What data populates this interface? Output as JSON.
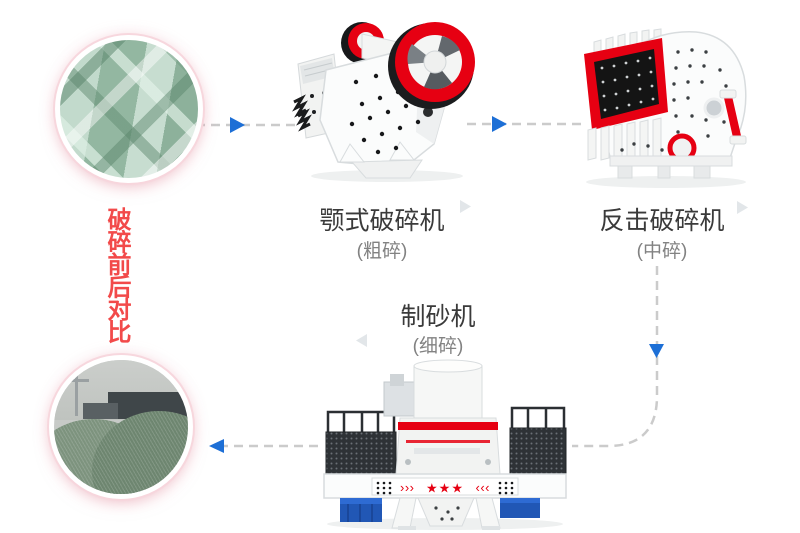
{
  "caption": {
    "text": "破碎前后对比"
  },
  "flow": {
    "stages": [
      {
        "name": "颚式破碎机",
        "grade": "(粗碎)"
      },
      {
        "name": "反击破碎机",
        "grade": "(中碎)"
      },
      {
        "name": "制砂机",
        "grade": "(细碎)"
      }
    ]
  },
  "machine_marks": {
    "left_chevrons": "›››",
    "stars": "★★★",
    "right_chevrons": "‹‹‹"
  },
  "icons": {
    "before_photo": "raw-material-photo",
    "after_photo": "finished-product-photo",
    "flow_arrow": "blue-triangle-arrow-icon"
  },
  "colors": {
    "caption_red": "#f24a4a",
    "machine_red": "#e60012",
    "arrow_blue": "#1d6fd6",
    "faint_arrow_gray": "#e2e6e9",
    "dash_gray": "#cbcbcb",
    "label_dark": "#3a3a3a",
    "label_gray": "#828282"
  }
}
